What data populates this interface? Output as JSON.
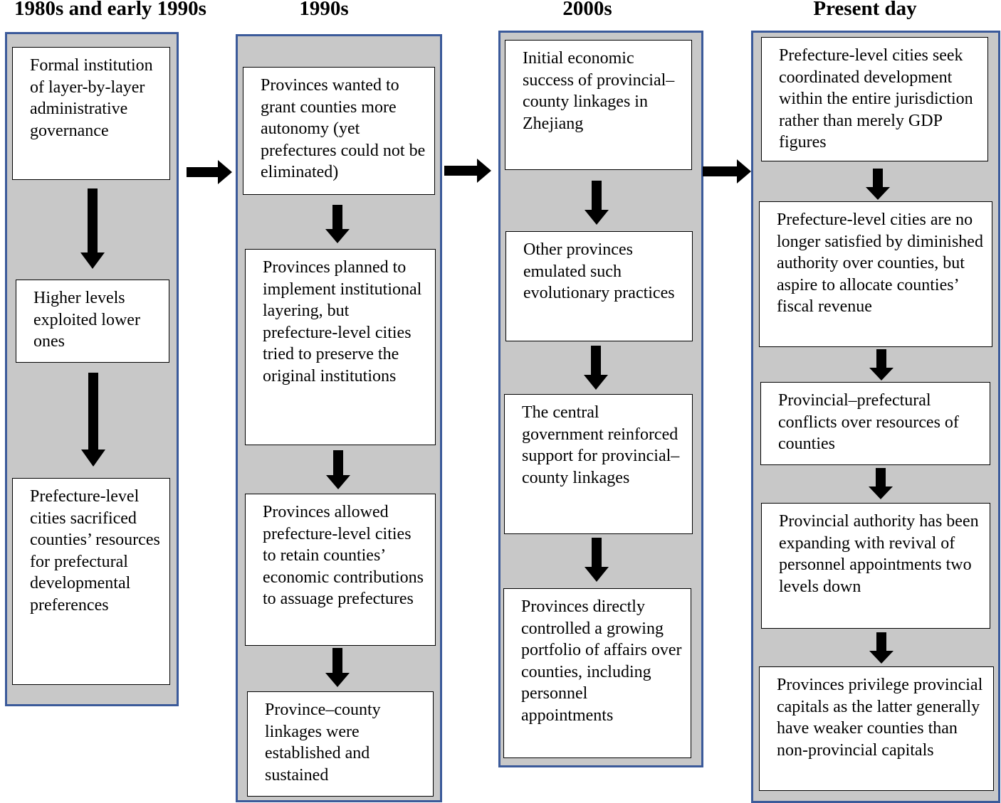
{
  "columns": [
    {
      "heading": "1980s and early 1990s",
      "boxes": [
        "Formal institution of layer-by-layer administrative governance",
        "Higher levels exploited lower ones",
        "Prefecture-level cities sacrificed counties’ resources for prefectural developmental preferences"
      ]
    },
    {
      "heading": "1990s",
      "boxes": [
        "Provinces wanted to grant counties more autonomy (yet prefectures could not be eliminated)",
        "Provinces planned to implement institutional layering, but prefecture-level cities tried to preserve the original institutions",
        "Provinces allowed prefecture-level cities to retain counties’ economic contributions to assuage prefectures",
        "Province–county linkages were established and sustained"
      ]
    },
    {
      "heading": "2000s",
      "boxes": [
        "Initial economic success of provincial–county linkages in Zhejiang",
        "Other provinces emulated such evolutionary practices",
        "The central government reinforced support for provincial–county linkages",
        "Provinces directly controlled a growing portfolio of affairs over counties, including personnel appointments"
      ]
    },
    {
      "heading": "Present day",
      "boxes": [
        "Prefecture-level cities seek coordinated development within the entire jurisdiction rather than merely GDP figures",
        "Prefecture-level cities are no longer satisfied by diminished authority over counties, but aspire to allocate counties’ fiscal revenue",
        "Provincial–prefectural conflicts over resources of counties",
        "Provincial authority has been expanding with revival of personnel appointments two levels down",
        "Provinces privilege provincial capitals as the latter generally have weaker counties than non-provincial capitals"
      ]
    }
  ]
}
